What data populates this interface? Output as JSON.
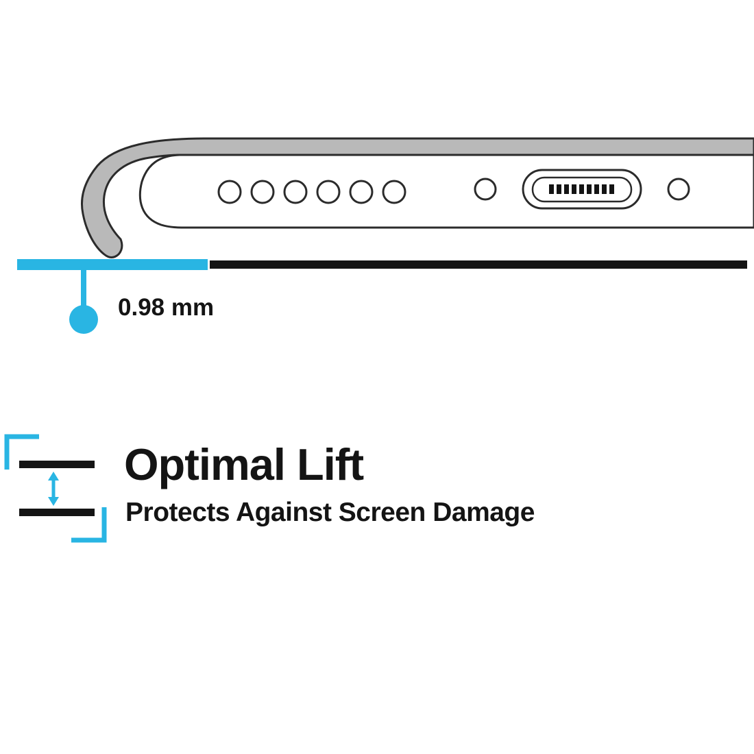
{
  "measurement": {
    "label": "0.98 mm"
  },
  "feature": {
    "title": "Optimal Lift",
    "subtitle": "Protects Against Screen Damage"
  },
  "illustration": {
    "speaker_hole_count": 6
  },
  "colors": {
    "accent": "#29B5E3",
    "ink": "#141414",
    "case_gray": "#B9B9B9",
    "outline": "#2B2B2B",
    "background": "#FFFFFF"
  }
}
